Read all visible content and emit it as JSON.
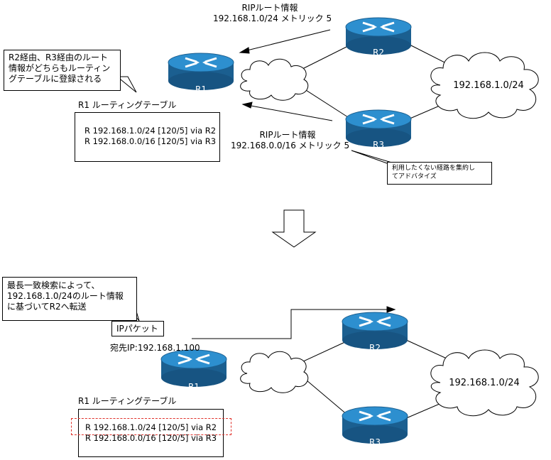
{
  "top": {
    "rip_r2": {
      "title": "RIPルート情報",
      "route": "192.168.1.0/24 メトリック 5"
    },
    "rip_r3": {
      "title": "RIPルート情報",
      "route": "192.168.0.0/16 メトリック 5"
    },
    "callout_r1": [
      "R2経由、R3経由のルート",
      "情報がどちらもルーティン",
      "グテーブルに登録される"
    ],
    "callout_r3": [
      "利用したくない経路を集約し",
      "てアドバタイズ"
    ],
    "table_title": "R1 ルーティングテーブル",
    "table_rows": [
      "R 192.168.1.0/24 [120/5] via R2",
      "R 192.168.0.0/16 [120/5] via R3"
    ],
    "cloud_label": "192.168.1.0/24",
    "routers": {
      "r1": "R1",
      "r2": "R2",
      "r3": "R3"
    }
  },
  "bottom": {
    "callout": [
      "最長一致検索によって、",
      "192.168.1.0/24のルート情報",
      "に基づいてR2へ転送"
    ],
    "packet_label": "IPパケット",
    "dest": "宛先IP:192.168.1.100",
    "table_title": "R1 ルーティングテーブル",
    "table_rows": [
      "R 192.168.1.0/24 [120/5] via R2",
      "R 192.168.0.0/16 [120/5] via R3"
    ],
    "cloud_label": "192.168.1.0/24",
    "routers": {
      "r1": "R1",
      "r2": "R2",
      "r3": "R3"
    }
  },
  "colors": {
    "router_body": "#1f6fa8",
    "router_top": "#2d8fcf",
    "highlight_dash": "#e0302a"
  },
  "icons": {
    "router": "router-icon",
    "cloud": "cloud-icon",
    "transition": "down-arrow-icon"
  }
}
